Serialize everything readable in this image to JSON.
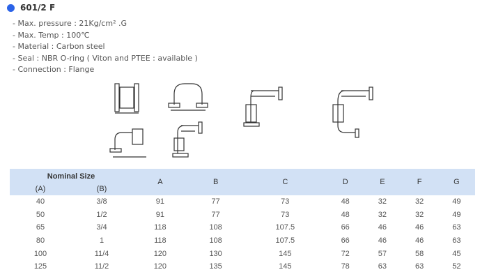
{
  "title": "601/2 F",
  "specs": [
    "- Max. pressure : 21Kg/cm² .G",
    "- Max. Temp : 100℃",
    "- Material : Carbon steel",
    "- Seal : NBR O-ring ( Viton and PTEE : available )",
    "- Connection : Flange"
  ],
  "accent": "#2b63e8",
  "table": {
    "group_header": "Nominal Size",
    "sub_headers": [
      "(A)",
      "(B)"
    ],
    "columns": [
      "A",
      "B",
      "C",
      "D",
      "E",
      "F",
      "G"
    ],
    "rows": [
      [
        "40",
        "3/8",
        "91",
        "77",
        "73",
        "48",
        "32",
        "32",
        "49"
      ],
      [
        "50",
        "1/2",
        "91",
        "77",
        "73",
        "48",
        "32",
        "32",
        "49"
      ],
      [
        "65",
        "3/4",
        "118",
        "108",
        "107.5",
        "66",
        "46",
        "46",
        "63"
      ],
      [
        "80",
        "1",
        "118",
        "108",
        "107.5",
        "66",
        "46",
        "46",
        "63"
      ],
      [
        "100",
        "11/4",
        "120",
        "130",
        "145",
        "72",
        "57",
        "58",
        "45"
      ],
      [
        "125",
        "11/2",
        "120",
        "135",
        "145",
        "78",
        "63",
        "63",
        "52"
      ]
    ]
  }
}
